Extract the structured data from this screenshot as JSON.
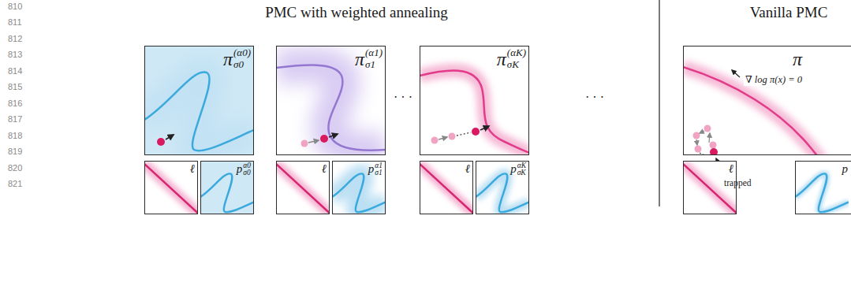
{
  "diagram": {
    "nodes": [
      {
        "text": [
          "π",
          "(α0)",
          "σ0"
        ]
      },
      {
        "text": [
          "ℓ"
        ]
      },
      {
        "text": [
          "p",
          "α0",
          "σ0"
        ]
      },
      {
        "text": [
          "π",
          "(α1)",
          "σ1"
        ]
      },
      {
        "text": [
          "ℓ"
        ]
      },
      {
        "text": [
          "p",
          "α1",
          "σ1"
        ]
      },
      {
        "text": [
          "π",
          "(αK)",
          "σK"
        ]
      },
      {
        "text": [
          "ℓ"
        ]
      },
      {
        "text": [
          "p",
          "αK",
          "σK"
        ]
      },
      {
        "text": [
          "π",
          "∇ log π(x) = 0",
          "trapped"
        ]
      },
      {
        "text": [
          "ℓ"
        ]
      },
      {
        "text": [
          "p"
        ]
      }
    ],
    "labels": [
      "PMC with weighted annealing",
      "Vanilla PMC",
      "· · ·",
      "· · ·",
      "810",
      "811",
      "812",
      "813",
      "814",
      "815",
      "816",
      "817",
      "818",
      "819",
      "820",
      "821"
    ]
  }
}
